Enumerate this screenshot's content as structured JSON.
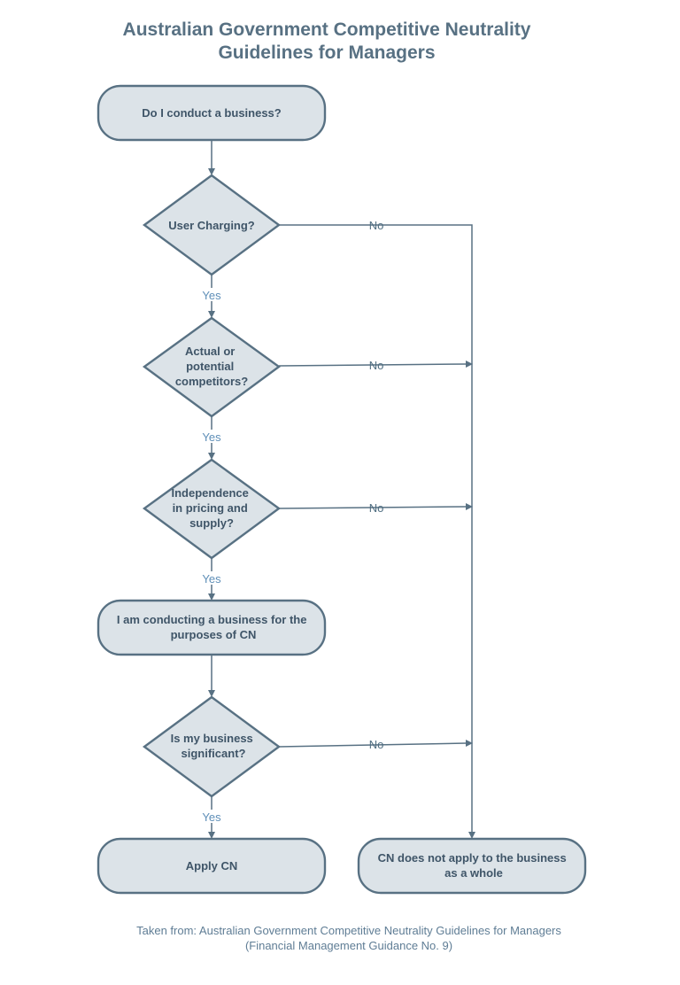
{
  "title": {
    "line1": "Australian Government Competitive Neutrality",
    "line2": "Guidelines for Managers"
  },
  "nodes": {
    "start": {
      "lines": [
        "Do I conduct a business?"
      ]
    },
    "user_charging": {
      "lines": [
        "User Charging?"
      ]
    },
    "competitors": {
      "lines": [
        "Actual or",
        "potential",
        "competitors?"
      ]
    },
    "independence": {
      "lines": [
        "Independence",
        "in pricing and",
        "supply?"
      ]
    },
    "conducting": {
      "lines": [
        "I am conducting a business for the",
        "purposes of CN"
      ]
    },
    "significant": {
      "lines": [
        "Is my business",
        "significant?"
      ]
    },
    "apply_cn": {
      "lines": [
        "Apply CN"
      ]
    },
    "not_apply": {
      "lines": [
        "CN does not apply to the business",
        "as a whole"
      ]
    }
  },
  "edge_labels": {
    "yes": "Yes",
    "no": "No"
  },
  "colors": {
    "node_fill": "#dce3e8",
    "node_stroke": "#587183",
    "title": "#587183",
    "yes_label": "#5f8fb8"
  },
  "footer": {
    "line1": "Taken from: Australian Government Competitive Neutrality Guidelines for Managers",
    "line2": "(Financial Management Guidance No. 9)"
  }
}
